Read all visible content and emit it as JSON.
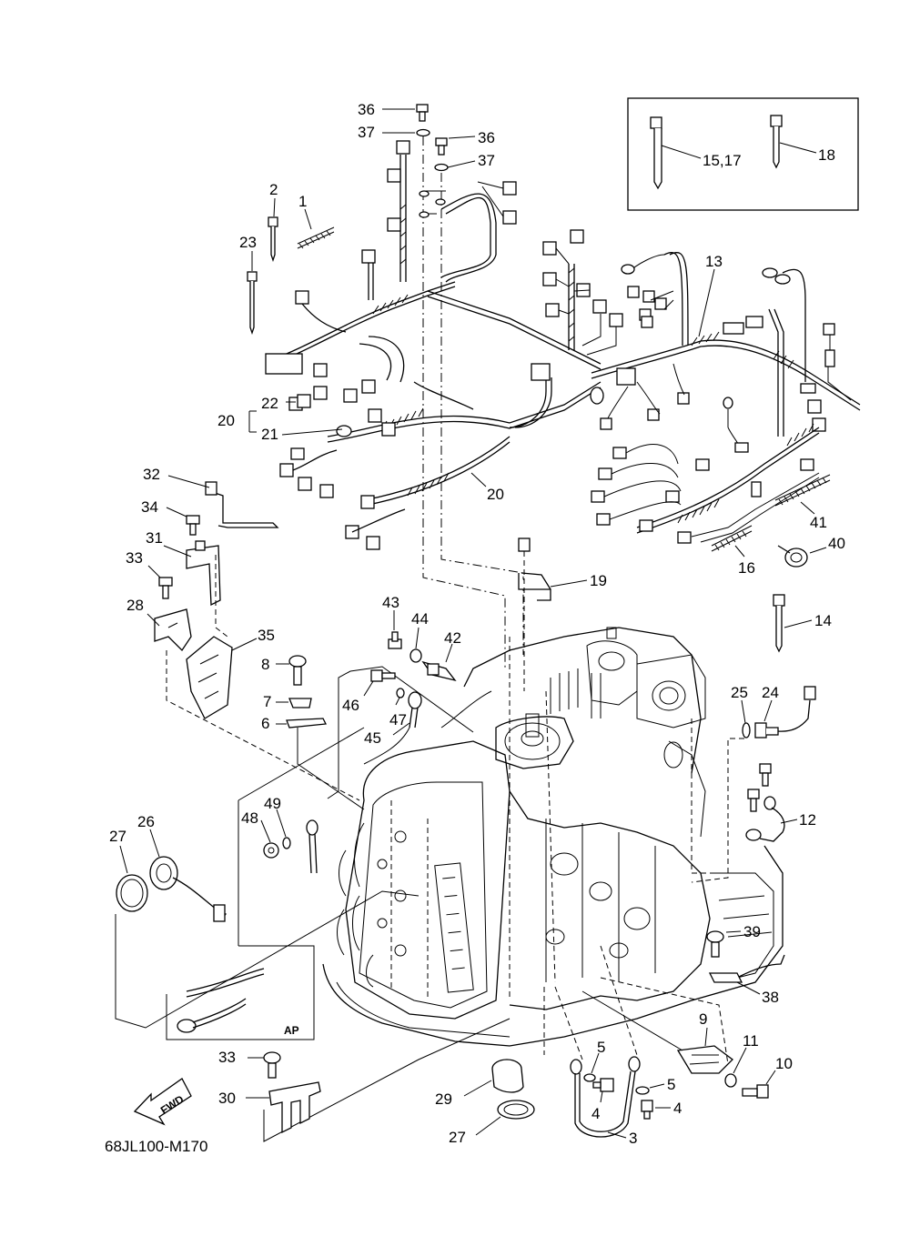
{
  "diagram": {
    "code": "68JL100-M170",
    "fwd_label": "FWD",
    "ap_label": "AP",
    "labels": {
      "l1": "1",
      "l2": "2",
      "l3": "3",
      "l4a": "4",
      "l4b": "4",
      "l5a": "5",
      "l5b": "5",
      "l6": "6",
      "l7": "7",
      "l8": "8",
      "l9": "9",
      "l10": "10",
      "l11": "11",
      "l12": "12",
      "l13": "13",
      "l14": "14",
      "l1517": "15,17",
      "l16": "16",
      "l18": "18",
      "l19": "19",
      "l20a": "20",
      "l20b": "20",
      "l21": "21",
      "l22": "22",
      "l23": "23",
      "l24": "24",
      "l25": "25",
      "l26": "26",
      "l27a": "27",
      "l27b": "27",
      "l28": "28",
      "l29": "29",
      "l30": "30",
      "l31": "31",
      "l32": "32",
      "l33a": "33",
      "l33b": "33",
      "l34": "34",
      "l35": "35",
      "l36a": "36",
      "l36b": "36",
      "l37a": "37",
      "l37b": "37",
      "l38": "38",
      "l39": "39",
      "l40": "40",
      "l41": "41",
      "l42": "42",
      "l43": "43",
      "l44": "44",
      "l45": "45",
      "l46": "46",
      "l47": "47",
      "l48": "48",
      "l49": "49"
    }
  }
}
